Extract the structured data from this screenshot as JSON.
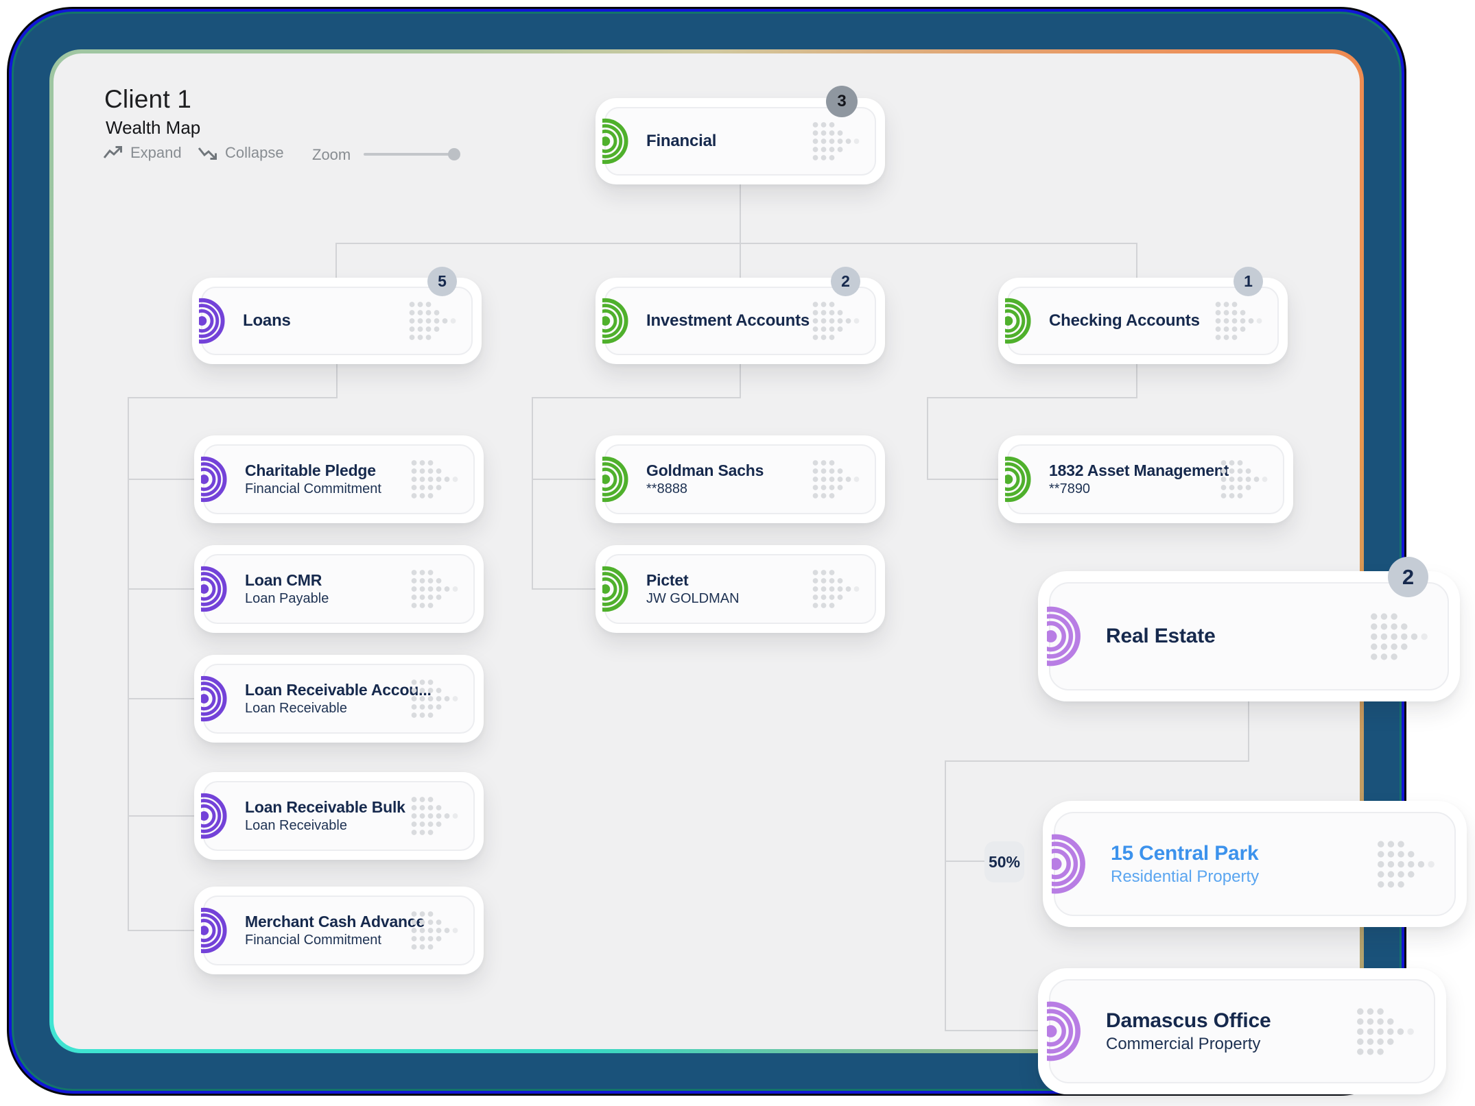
{
  "header": {
    "title": "Client 1",
    "subtitle": "Wealth Map",
    "expand_label": "Expand",
    "collapse_label": "Collapse",
    "zoom_label": "Zoom"
  },
  "colors": {
    "green": "#4fb02c",
    "purple": "#7342d8",
    "lavender": "#b87de4",
    "red": "#f14b3c",
    "navy": "#16294d",
    "blue_title": "#3c92ec",
    "blue_sub": "#5aa5f0",
    "badge_gray": "#c5ccd5",
    "badge_dark": "#8f97a0",
    "connector": "#d2d3d6",
    "frame_navy": "#1a527a"
  },
  "nodes": {
    "financial": {
      "title": "Financial",
      "badge": "3"
    },
    "loans": {
      "title": "Loans",
      "badge": "5"
    },
    "investment_accounts": {
      "title": "Investment Accounts",
      "badge": "2"
    },
    "checking_accounts": {
      "title": "Checking Accounts",
      "badge": "1"
    },
    "charitable_pledge": {
      "title": "Charitable Pledge",
      "subtitle": "Financial Commitment"
    },
    "loan_cmr": {
      "title": "Loan CMR",
      "subtitle": "Loan Payable"
    },
    "loan_receivable_accou": {
      "title": "Loan Receivable Accou...",
      "subtitle": "Loan Receivable"
    },
    "loan_receivable_bulk": {
      "title": "Loan Receivable Bulk",
      "subtitle": "Loan Receivable"
    },
    "merchant_cash_advance": {
      "title": "Merchant Cash Advance",
      "subtitle": "Financial Commitment"
    },
    "goldman_sachs": {
      "title": "Goldman Sachs",
      "subtitle": "**8888"
    },
    "pictet": {
      "title": "Pictet",
      "subtitle": "JW GOLDMAN"
    },
    "asset_1832": {
      "title": "1832 Asset Management",
      "subtitle": "**7890"
    },
    "real_estate": {
      "title": "Real Estate",
      "badge": "2"
    },
    "central_park": {
      "title": "15 Central Park",
      "subtitle": "Residential Property",
      "ownership": "50%"
    },
    "damascus_office": {
      "title": "Damascus Office",
      "subtitle": "Commercial Property"
    }
  }
}
